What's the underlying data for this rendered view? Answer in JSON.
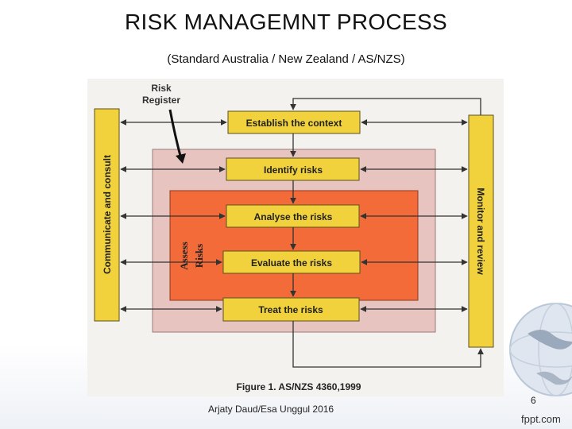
{
  "slide": {
    "title": "RISK MANAGEMNT PROCESS",
    "subtitle": "(Standard Australia / New Zealand / AS/NZS)",
    "footer": "Arjaty Daud/Esa Unggul 2016",
    "page_number": "6",
    "brand": "fppt.com"
  },
  "diagram": {
    "risk_register_line1": "Risk",
    "risk_register_line2": "Register",
    "left_column": "Communicate and consult",
    "right_column": "Monitor and review",
    "assess_line1": "Assess",
    "assess_line2": "Risks",
    "steps": [
      "Establish the context",
      "Identify risks",
      "Analyse the risks",
      "Evaluate the risks",
      "Treat the risks"
    ],
    "caption": "Figure 1. AS/NZS 4360,1999"
  },
  "colors": {
    "yellow_box": "#f2d23c",
    "orange_inner": "#f46b3a",
    "pink_outer": "#e7c4c0"
  }
}
